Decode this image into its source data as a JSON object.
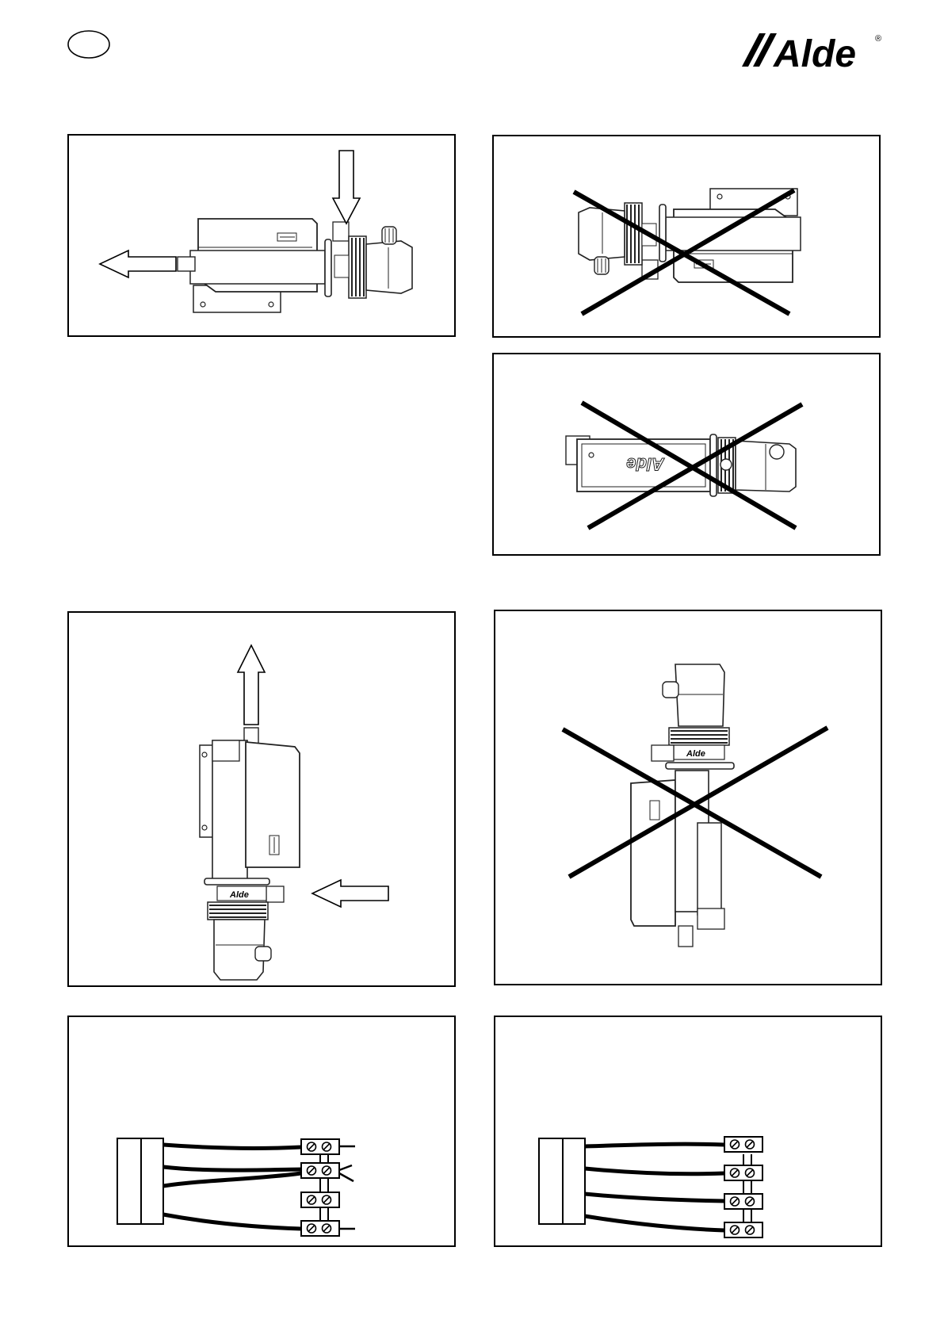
{
  "header": {
    "brand_name": "Alde",
    "registered_mark": "®",
    "language_oval_label": ""
  },
  "colors": {
    "ink": "#000000",
    "paper": "#ffffff",
    "line_gray": "#333333"
  },
  "unit_logo_text": "Alde",
  "panels": [
    {
      "id": "horizontal-correct",
      "status": "correct",
      "orientation": "horizontal",
      "flow_arrows": [
        "inlet-down",
        "outlet-left"
      ]
    },
    {
      "id": "horizontal-upside-down",
      "status": "wrong",
      "orientation": "horizontal-inverted"
    },
    {
      "id": "horizontal-top-view",
      "status": "wrong",
      "orientation": "horizontal-flat"
    },
    {
      "id": "vertical-correct",
      "status": "correct",
      "orientation": "vertical",
      "flow_arrows": [
        "outlet-up",
        "inlet-left"
      ]
    },
    {
      "id": "vertical-inverted",
      "status": "wrong",
      "orientation": "vertical-inverted"
    },
    {
      "id": "wiring-a",
      "status": "diagram",
      "terminals": 4
    },
    {
      "id": "wiring-b",
      "status": "diagram",
      "terminals": 4
    }
  ]
}
